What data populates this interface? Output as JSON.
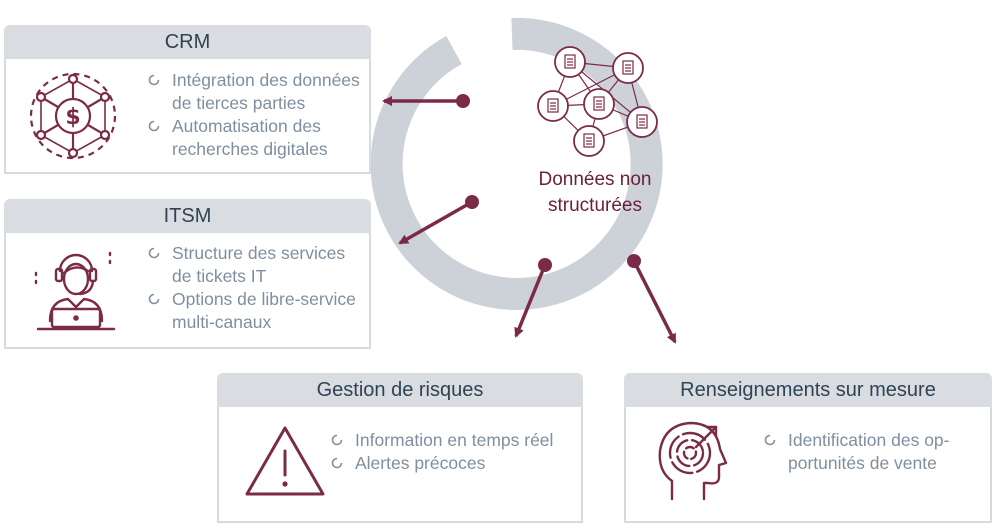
{
  "colors": {
    "accent": "#7b2b47",
    "header_bg": "#d9dde2",
    "text_gray": "#7f8fa0",
    "title": "#2f4356",
    "ring": "#ccd2d8"
  },
  "center": {
    "label_line1": "Données non",
    "label_line2": "structurées",
    "icon": "document-network-icon"
  },
  "cards": {
    "crm": {
      "title": "CRM",
      "icon": "dollar-network-icon",
      "bullets": [
        "Intégration des données",
        "de tierces parties",
        "Automatisation des",
        "recherches digitales"
      ]
    },
    "itsm": {
      "title": "ITSM",
      "icon": "support-agent-icon",
      "bullets": [
        "Structure des services",
        "de tickets IT",
        "Options de libre-service",
        "multi-canaux"
      ]
    },
    "risk": {
      "title": "Gestion de risques",
      "icon": "warning-triangle-icon",
      "bullets": [
        "Information en temps réel",
        "Alertes précoces"
      ]
    },
    "intel": {
      "title": "Renseignements sur mesure",
      "icon": "head-maze-icon",
      "bullets": [
        "Identification des op-",
        "portunités de vente"
      ]
    }
  }
}
